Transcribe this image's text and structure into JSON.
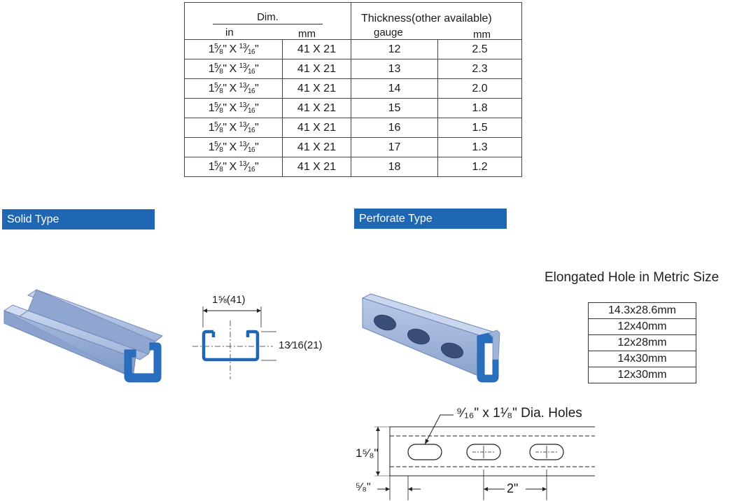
{
  "spec_table": {
    "dim_header": "Dim.",
    "dim_in": "in",
    "dim_mm": "mm",
    "thickness_header": "Thickness(other available)",
    "gauge_header": "gauge",
    "thickness_mm_header": "mm",
    "rows": [
      {
        "in_whole": "1",
        "in_w_num": "5",
        "in_w_den": "8",
        "in_x": "X",
        "in_h_num": "13",
        "in_h_den": "16",
        "mm": "41 X 21",
        "gauge": "12",
        "thickness": "2.5"
      },
      {
        "in_whole": "1",
        "in_w_num": "5",
        "in_w_den": "8",
        "in_x": "X",
        "in_h_num": "13",
        "in_h_den": "16",
        "mm": "41 X 21",
        "gauge": "13",
        "thickness": "2.3"
      },
      {
        "in_whole": "1",
        "in_w_num": "5",
        "in_w_den": "8",
        "in_x": "X",
        "in_h_num": "13",
        "in_h_den": "16",
        "mm": "41 X 21",
        "gauge": "14",
        "thickness": "2.0"
      },
      {
        "in_whole": "1",
        "in_w_num": "5",
        "in_w_den": "8",
        "in_x": "X",
        "in_h_num": "13",
        "in_h_den": "16",
        "mm": "41 X 21",
        "gauge": "15",
        "thickness": "1.8"
      },
      {
        "in_whole": "1",
        "in_w_num": "5",
        "in_w_den": "8",
        "in_x": "X",
        "in_h_num": "13",
        "in_h_den": "16",
        "mm": "41 X 21",
        "gauge": "16",
        "thickness": "1.5"
      },
      {
        "in_whole": "1",
        "in_w_num": "5",
        "in_w_den": "8",
        "in_x": "X",
        "in_h_num": "13",
        "in_h_den": "16",
        "mm": "41 X 21",
        "gauge": "17",
        "thickness": "1.3"
      },
      {
        "in_whole": "1",
        "in_w_num": "5",
        "in_w_den": "8",
        "in_x": "X",
        "in_h_num": "13",
        "in_h_den": "16",
        "mm": "41 X 21",
        "gauge": "18",
        "thickness": "1.2"
      }
    ]
  },
  "solid_type_label": "Solid Type",
  "perforate_type_label": "Perforate Type",
  "cross_section": {
    "width_label": "1⅝(41)",
    "height_label": "13⁄16(21)"
  },
  "hole_table": {
    "title": "Elongated Hole in Metric Size",
    "sizes": [
      "14.3x28.6mm",
      "12x40mm",
      "12x28mm",
      "14x30mm",
      "12x30mm"
    ]
  },
  "perforation_drawing": {
    "hole_label": "⁹⁄₁₆\" x 1¹⁄₈\" Dia. Holes",
    "height_label": "1⁵⁄₈\"",
    "offset_label": "⁵⁄₈\"",
    "pitch_label": "2\""
  },
  "colors": {
    "bar_blue": "#1f66b3",
    "channel_fill": "#9fb4d9",
    "channel_edge": "#1f66b3"
  }
}
